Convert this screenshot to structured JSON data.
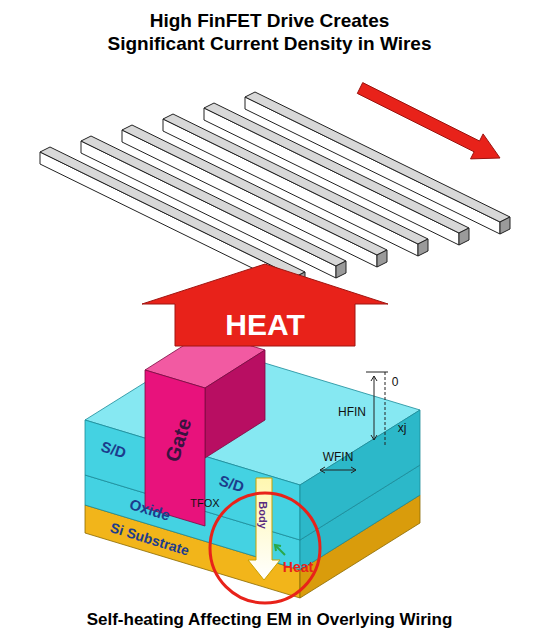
{
  "diagram": {
    "title": "High FinFET Drive Creates Significant Current Density in Wires",
    "caption": "Self-heating Affecting EM in Overlying Wiring",
    "nodes": [
      {
        "text": [
          "HEAT"
        ]
      },
      {
        "text": [
          "Gate"
        ]
      },
      {
        "text": [
          "S/D"
        ]
      },
      {
        "text": [
          "S/D"
        ]
      },
      {
        "text": [
          "Body"
        ]
      },
      {
        "text": [
          "Oxide"
        ]
      },
      {
        "text": [
          "Si Substrate"
        ]
      }
    ],
    "labels": [
      "0",
      "HFIN",
      "xj",
      "WFIN",
      "TFOX",
      "Heat"
    ]
  }
}
